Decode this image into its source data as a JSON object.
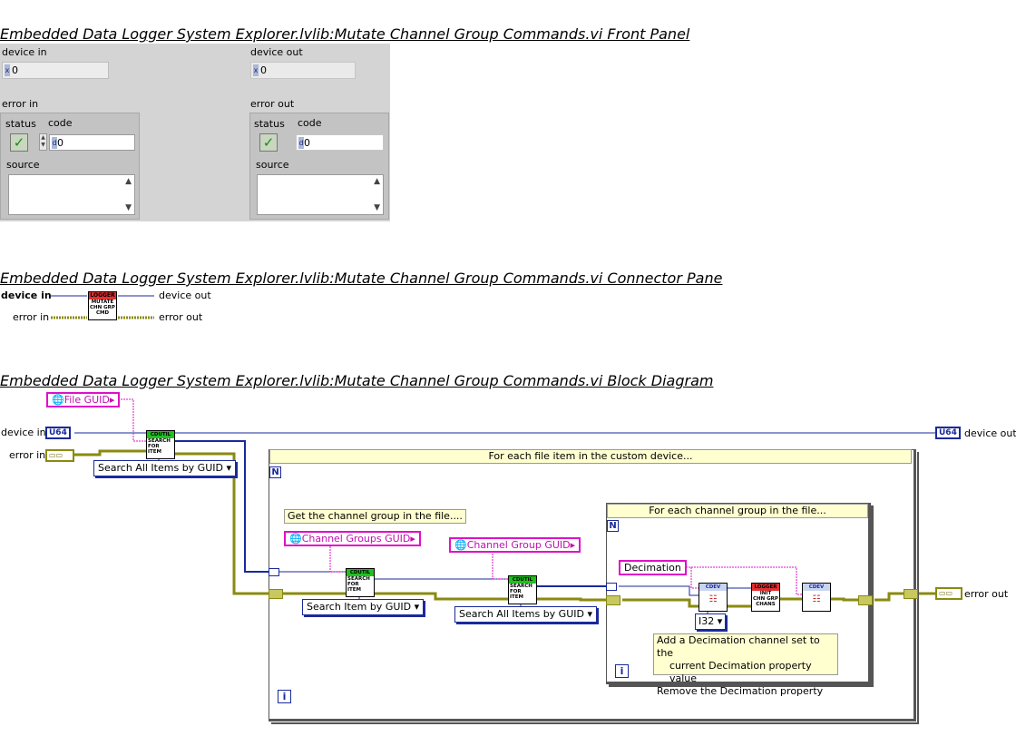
{
  "front_panel": {
    "title": "Embedded Data Logger System Explorer.lvlib:Mutate Channel Group Commands.vi Front Panel",
    "device_in": {
      "label": "device in",
      "value": "0"
    },
    "device_out": {
      "label": "device out",
      "value": "0"
    },
    "error_in": {
      "label": "error in",
      "status_label": "status",
      "code_label": "code",
      "code_value": "0",
      "source_label": "source"
    },
    "error_out": {
      "label": "error out",
      "status_label": "status",
      "code_label": "code",
      "code_value": "0",
      "source_label": "source"
    }
  },
  "connector_pane": {
    "title": "Embedded Data Logger System Explorer.lvlib:Mutate Channel Group Commands.vi Connector Pane",
    "device_in": "device in",
    "error_in": "error in",
    "device_out": "device out",
    "error_out": "error out",
    "icon_banner": "LOGGER",
    "icon_text": [
      "MUTATE",
      "CHN GRP",
      "CMD"
    ]
  },
  "block_diagram": {
    "title": "Embedded Data Logger System Explorer.lvlib:Mutate Channel Group Commands.vi Block Diagram",
    "file_guid": "File GUID",
    "device_in": "device in",
    "error_in": "error in",
    "device_out": "device out",
    "error_out": "error out",
    "u64": "U64",
    "enum_search_all_1": "Search All Items by GUID",
    "enum_search_item": "Search Item by GUID",
    "enum_search_all_2": "Search All Items by GUID",
    "outer_loop_comment": "For each file item in the custom device...",
    "channel_group_comment": "Get the channel group in the file....",
    "channel_groups_guid": "Channel Groups GUID",
    "channel_group_guid": "Channel Group GUID",
    "inner_loop_comment": "For each channel group in the file...",
    "decimation": "Decimation",
    "i32": "I32",
    "note_lines": [
      "Add a Decimation channel set to the",
      "current Decimation property value",
      "Remove the Decimation property"
    ],
    "n_label": "N",
    "i_label": "i",
    "cdutil_banner": "CDUTIL",
    "search_text": [
      "SEARCH",
      "FOR",
      "ITEM"
    ],
    "cdev_label": "CDEV",
    "logger_banner": "LOGGER",
    "logger_text": [
      "INIT",
      "CHN GRP",
      "CHANS"
    ],
    "colors": {
      "string_wire": "#e010c8",
      "u64_wire": "#1a2a9a",
      "error_wire": "#8a8a10",
      "cdutil_green": "#20c020",
      "logger_red": "#e03030"
    }
  }
}
